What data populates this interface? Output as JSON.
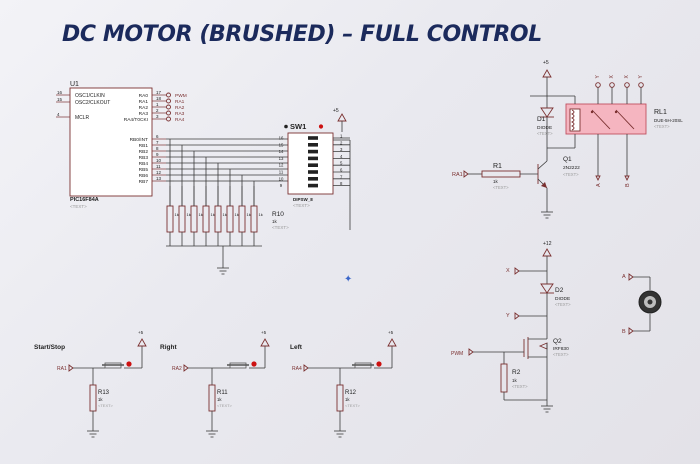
{
  "title": "DC MOTOR (BRUSHED) – FULL CONTROL",
  "mcu": {
    "ref": "U1",
    "part": "PIC16F84A",
    "text_tag": "<TEXT>",
    "left_pins": [
      {
        "num": "16",
        "name": "OSC1/CLKIN"
      },
      {
        "num": "15",
        "name": "OSC2/CLKOUT"
      },
      {
        "num": "4",
        "name": "MCLR"
      }
    ],
    "right_pins": [
      {
        "num": "17",
        "name": "RA0",
        "net": "PWM"
      },
      {
        "num": "18",
        "name": "RA1",
        "net": "RA1"
      },
      {
        "num": "1",
        "name": "RA2",
        "net": "RA2"
      },
      {
        "num": "2",
        "name": "RA3",
        "net": "RA3"
      },
      {
        "num": "3",
        "name": "RA4/T0CKI",
        "net": "RA4"
      },
      {
        "num": "6",
        "name": "RB0/INT",
        "net": ""
      },
      {
        "num": "7",
        "name": "RB1",
        "net": ""
      },
      {
        "num": "8",
        "name": "RB2",
        "net": ""
      },
      {
        "num": "9",
        "name": "RB3",
        "net": ""
      },
      {
        "num": "10",
        "name": "RB4",
        "net": ""
      },
      {
        "num": "11",
        "name": "RB5",
        "net": ""
      },
      {
        "num": "12",
        "name": "RB6",
        "net": ""
      },
      {
        "num": "13",
        "name": "RB7",
        "net": ""
      }
    ]
  },
  "dipsw": {
    "ref": "SW1",
    "part": "DIPSW_8",
    "text_tag": "<TEXT>",
    "left_pins": [
      "16",
      "15",
      "14",
      "13",
      "12",
      "11",
      "10",
      "9"
    ],
    "right_pins": [
      "1",
      "2",
      "3",
      "4",
      "5",
      "6",
      "7",
      "8"
    ]
  },
  "resistor_array": {
    "ref": "R10",
    "value": "1k",
    "text_tag": "<TEXT>",
    "count": 8,
    "resistor_labels": [
      "1k",
      "1k",
      "1k",
      "1k",
      "1k",
      "1k",
      "1k",
      "1k"
    ]
  },
  "supply": {
    "v5": "+5",
    "v12": "+12"
  },
  "buttons": [
    {
      "title": "Start/Stop",
      "net": "RA1",
      "ref": "R13",
      "value": "1k",
      "text_tag": "<TEXT>"
    },
    {
      "title": "Right",
      "net": "RA2",
      "ref": "R11",
      "value": "1k",
      "text_tag": "<TEXT>"
    },
    {
      "title": "Left",
      "net": "RA4",
      "ref": "R12",
      "value": "1k",
      "text_tag": "<TEXT>"
    }
  ],
  "relay_driver": {
    "net": "RA1",
    "resistor": {
      "ref": "R1",
      "value": "1k",
      "text_tag": "<TEXT>"
    },
    "transistor": {
      "ref": "Q1",
      "part": "2N2222",
      "text_tag": "<TEXT>"
    },
    "diode": {
      "ref": "D1",
      "part": "DIODE",
      "text_tag": "<TEXT>"
    },
    "relay": {
      "ref": "RL1",
      "part": "DUE-5H-20SL",
      "text_tag": "<TEXT>"
    },
    "relay_terminals": [
      "Y",
      "X",
      "X",
      "Y"
    ],
    "relay_outputs": [
      "A",
      "B"
    ]
  },
  "pwm_driver": {
    "net": "PWM",
    "terminal_x": "X",
    "terminal_y": "Y",
    "diode": {
      "ref": "D2",
      "part": "DIODE",
      "text_tag": "<TEXT>"
    },
    "mosfet": {
      "ref": "Q2",
      "part": "IRF830",
      "text_tag": "<TEXT>"
    },
    "resistor": {
      "ref": "R2",
      "value": "1k",
      "text_tag": "<TEXT>"
    },
    "motor_terminals": [
      "A",
      "B"
    ]
  }
}
